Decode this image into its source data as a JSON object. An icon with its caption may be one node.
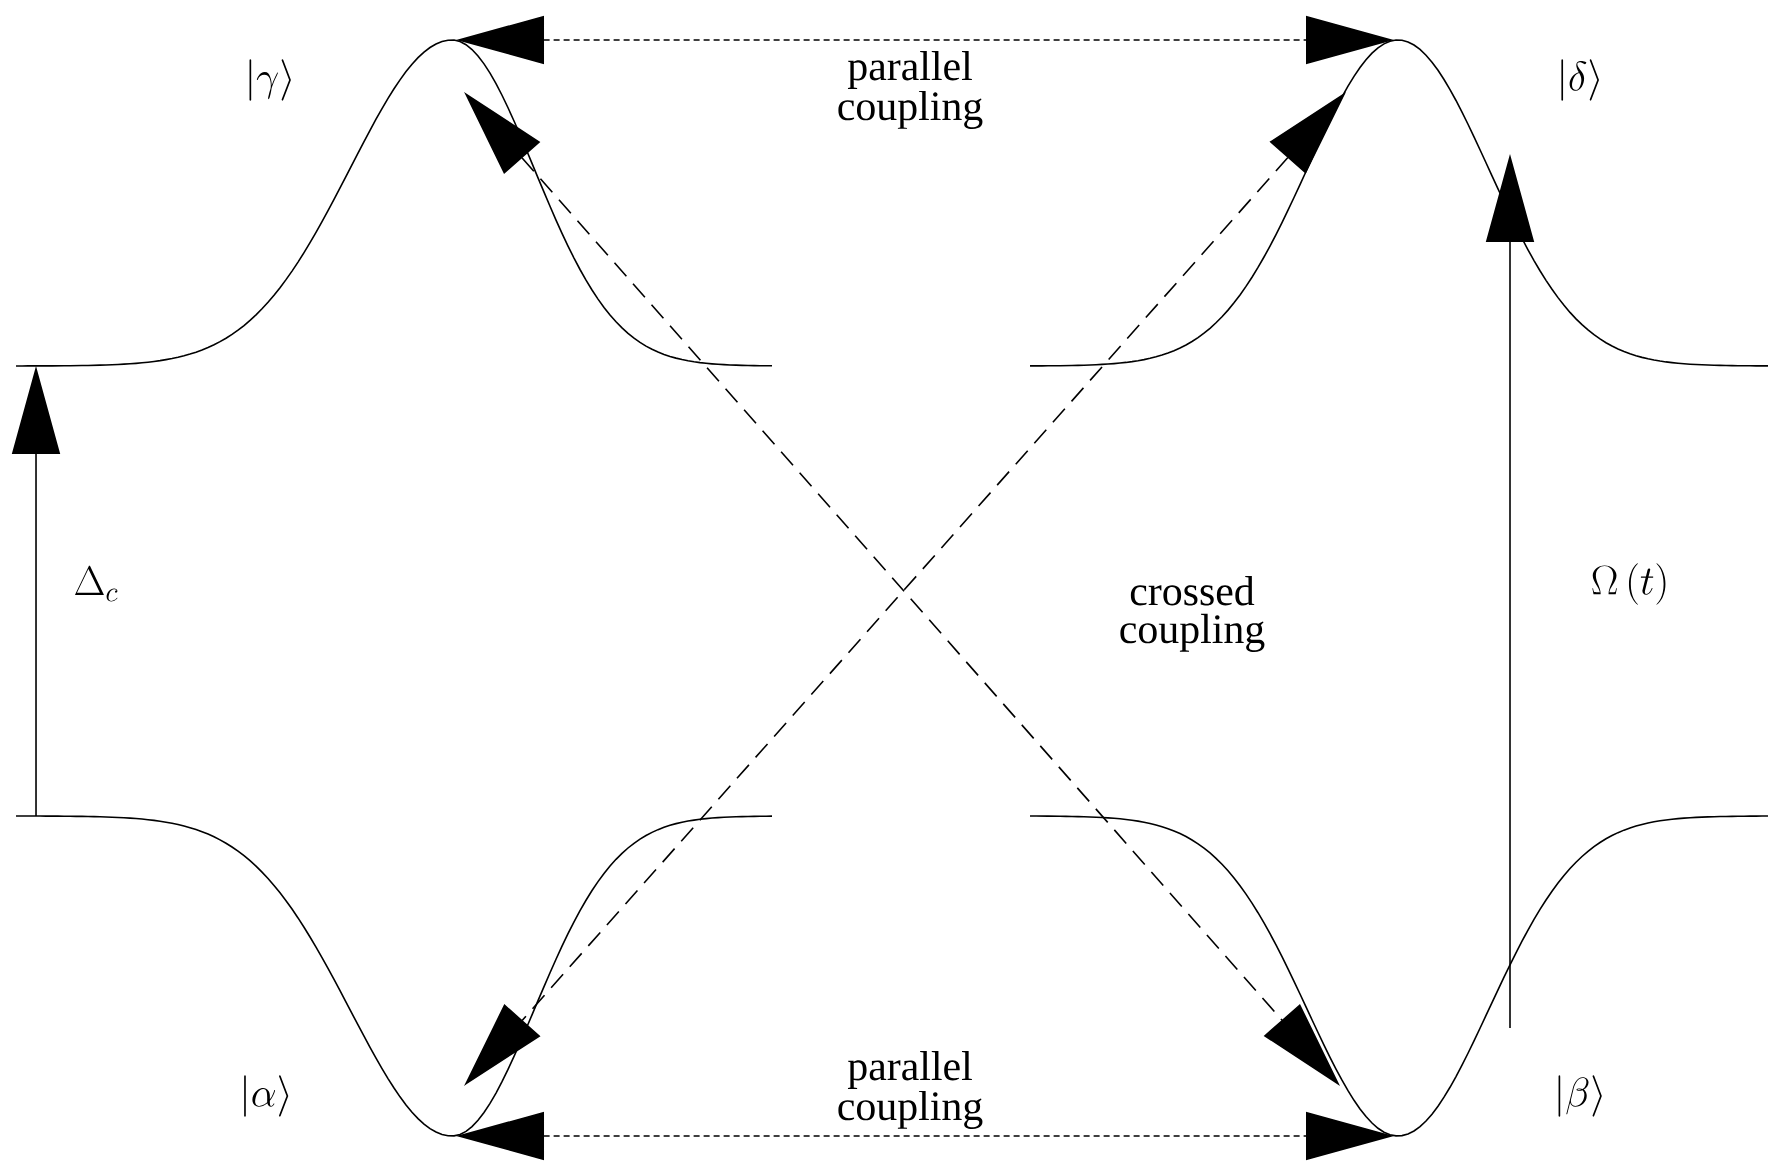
{
  "diagram": {
    "nodes": [
      {
        "text": [
          "|\\gamma\\rangle"
        ]
      },
      {
        "text": [
          "|\\delta\\rangle"
        ]
      },
      {
        "text": [
          "|\\alpha\\rangle"
        ]
      },
      {
        "text": [
          "|\\beta\\rangle"
        ]
      }
    ],
    "edges": [
      {
        "from": 0,
        "to": 1,
        "arrow": "both",
        "style": "dashed",
        "label": "parallel coupling"
      },
      {
        "from": 2,
        "to": 3,
        "arrow": "both",
        "style": "dashed",
        "label": "parallel coupling"
      },
      {
        "from": 0,
        "to": 3,
        "arrow": "both",
        "style": "dashed"
      },
      {
        "from": 1,
        "to": 2,
        "arrow": "both",
        "style": "dashed"
      },
      {
        "from": 2,
        "to": 0,
        "arrow": "to",
        "label": "\\Delta_c"
      },
      {
        "from": 3,
        "to": 1,
        "arrow": "to",
        "label": "\\Omega\\left(t\\right)"
      }
    ],
    "labels": [
      "crossed coupling"
    ]
  }
}
